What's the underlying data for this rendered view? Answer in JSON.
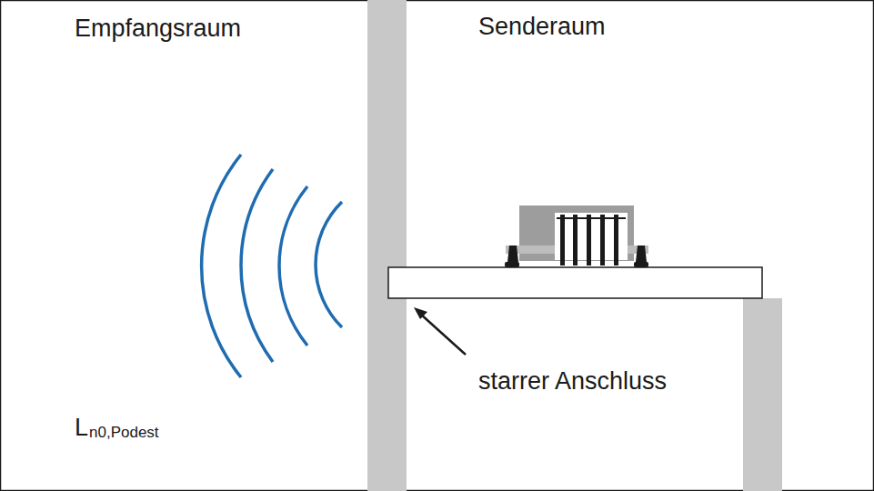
{
  "diagram": {
    "labels": [
      "Empfangsraum",
      "Senderaum",
      "starrer Anschluss",
      "L",
      "n0,Podest"
    ]
  }
}
